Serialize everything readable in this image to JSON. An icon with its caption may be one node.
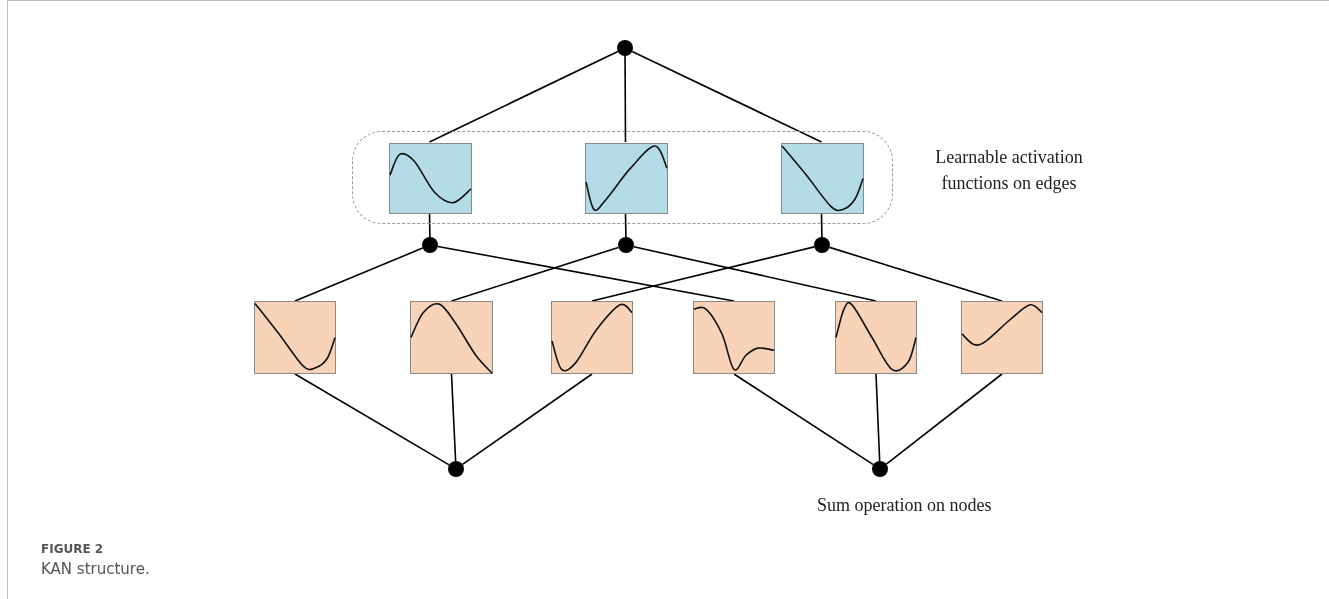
{
  "diagram": {
    "title": "FIGURE 2",
    "caption": "KAN structure.",
    "nodes": [
      {
        "text": [],
        "shape": "circle"
      },
      {
        "text": [
          "Learnable activation functions on edges"
        ]
      },
      {
        "text": [],
        "shape": "box",
        "in": 1
      },
      {
        "text": [],
        "shape": "box",
        "in": 1
      },
      {
        "text": [],
        "shape": "box",
        "in": 1
      },
      {
        "text": [],
        "shape": "circle"
      },
      {
        "text": [],
        "shape": "circle"
      },
      {
        "text": [],
        "shape": "circle"
      },
      {
        "text": [],
        "shape": "box"
      },
      {
        "text": [],
        "shape": "box"
      },
      {
        "text": [],
        "shape": "box"
      },
      {
        "text": [],
        "shape": "box"
      },
      {
        "text": [],
        "shape": "box"
      },
      {
        "text": [],
        "shape": "box"
      },
      {
        "text": [],
        "shape": "circle"
      },
      {
        "text": [],
        "shape": "circle",
        "beside": [
          "Sum operation on nodes"
        ]
      }
    ],
    "edges": [
      {
        "from": 0,
        "to": 2,
        "arrow": "none"
      },
      {
        "from": 0,
        "to": 3,
        "arrow": "none"
      },
      {
        "from": 0,
        "to": 4,
        "arrow": "none"
      },
      {
        "from": 2,
        "to": 5,
        "arrow": "none"
      },
      {
        "from": 3,
        "to": 6,
        "arrow": "none"
      },
      {
        "from": 4,
        "to": 7,
        "arrow": "none"
      },
      {
        "from": 5,
        "to": 8,
        "arrow": "none"
      },
      {
        "from": 5,
        "to": 11,
        "arrow": "none"
      },
      {
        "from": 6,
        "to": 9,
        "arrow": "none"
      },
      {
        "from": 6,
        "to": 12,
        "arrow": "none"
      },
      {
        "from": 7,
        "to": 10,
        "arrow": "none"
      },
      {
        "from": 7,
        "to": 13,
        "arrow": "none"
      },
      {
        "from": 8,
        "to": 14,
        "arrow": "none"
      },
      {
        "from": 9,
        "to": 14,
        "arrow": "none"
      },
      {
        "from": 10,
        "to": 14,
        "arrow": "none"
      },
      {
        "from": 11,
        "to": 15,
        "arrow": "none"
      },
      {
        "from": 12,
        "to": 15,
        "arrow": "none"
      },
      {
        "from": 13,
        "to": 15,
        "arrow": "none"
      }
    ]
  }
}
